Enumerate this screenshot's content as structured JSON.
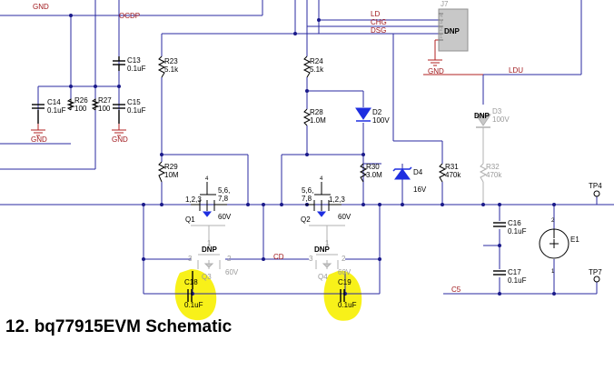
{
  "caption": "12. bq77915EVM Schematic",
  "colors": {
    "wire": "#2a2aa0",
    "wire_red": "#b02020",
    "ground": "#b02020",
    "part": "#000000",
    "dnp": "#a8a8a8",
    "highlight": "#f7f000",
    "diode_fill": "#1e2ee0"
  },
  "nets": {
    "gnd_top": "GND",
    "ocdp": "OCDP",
    "ld": "LD",
    "chg": "CHG",
    "dsg": "DSG",
    "ldu": "LDU",
    "cd": "CD",
    "c5": "C5",
    "gnd": "GND"
  },
  "connector": {
    "ref": "J7",
    "pins": [
      "4",
      "3",
      "2",
      "1"
    ],
    "dnp": "DNP"
  },
  "parts": {
    "c13": {
      "ref": "C13",
      "val": "0.1uF"
    },
    "c14": {
      "ref": "C14",
      "val": "0.1uF"
    },
    "c15": {
      "ref": "C15",
      "val": "0.1uF"
    },
    "r26": {
      "ref": "R26",
      "val": "100"
    },
    "r27": {
      "ref": "R27",
      "val": "100"
    },
    "r23": {
      "ref": "R23",
      "val": "5.1k"
    },
    "r24": {
      "ref": "R24",
      "val": "5.1k"
    },
    "r28": {
      "ref": "R28",
      "val": "1.0M"
    },
    "r29": {
      "ref": "R29",
      "val": "10M"
    },
    "r30": {
      "ref": "R30",
      "val": "3.0M"
    },
    "r31": {
      "ref": "R31",
      "val": "470k"
    },
    "r32": {
      "ref": "R32",
      "val": "470k"
    },
    "d2": {
      "ref": "D2",
      "val": "100V"
    },
    "d3": {
      "ref": "D3",
      "val": "100V",
      "dnp": "DNP"
    },
    "d4": {
      "ref": "D4",
      "val": "16V"
    },
    "q1": {
      "ref": "Q1",
      "val": "60V",
      "pin_gate": "4",
      "pin_s": "1,2,3",
      "pin_d": "5,6,",
      "pin_d2": "7,8"
    },
    "q2": {
      "ref": "Q2",
      "val": "60V",
      "pin_gate": "4",
      "pin_s": "1,2,3",
      "pin_d": "5,6,",
      "pin_d2": "7,8"
    },
    "q3": {
      "ref": "Q3",
      "val": "60V",
      "dnp": "DNP",
      "p3": "3",
      "p2": "2",
      "p1": "1"
    },
    "q4": {
      "ref": "Q4",
      "val": "60V",
      "dnp": "DNP",
      "p3": "3",
      "p2": "2",
      "p1": "1"
    },
    "c16": {
      "ref": "C16",
      "val": "0.1uF"
    },
    "c17": {
      "ref": "C17",
      "val": "0.1uF"
    },
    "c18": {
      "ref": "C18",
      "val": "0.1uF"
    },
    "c19": {
      "ref": "C19",
      "val": "0.1uF"
    },
    "e1": {
      "ref": "E1",
      "pin_top": "2",
      "pin_bot": "1"
    },
    "tp4": {
      "ref": "TP4"
    },
    "tp7": {
      "ref": "TP7"
    }
  }
}
